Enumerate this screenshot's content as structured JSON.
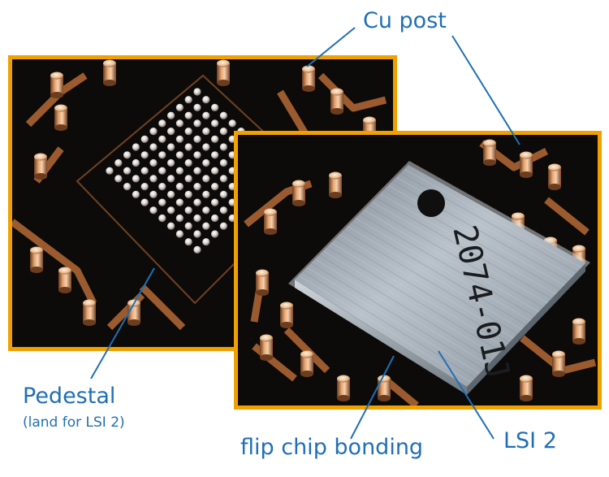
{
  "labels": {
    "cu_post": "Cu post",
    "pedestal": "Pedestal",
    "pedestal_note": "(land for LSI 2)",
    "flip_chip": "flip chip bonding",
    "lsi": "LSI 2"
  },
  "chip_marking": "2074-01J",
  "colors": {
    "frame": "#f0a000",
    "label": "#1f6fb5",
    "board": "#0d0b0a",
    "copper": "#c27a45",
    "die": "#9aa4ad"
  }
}
